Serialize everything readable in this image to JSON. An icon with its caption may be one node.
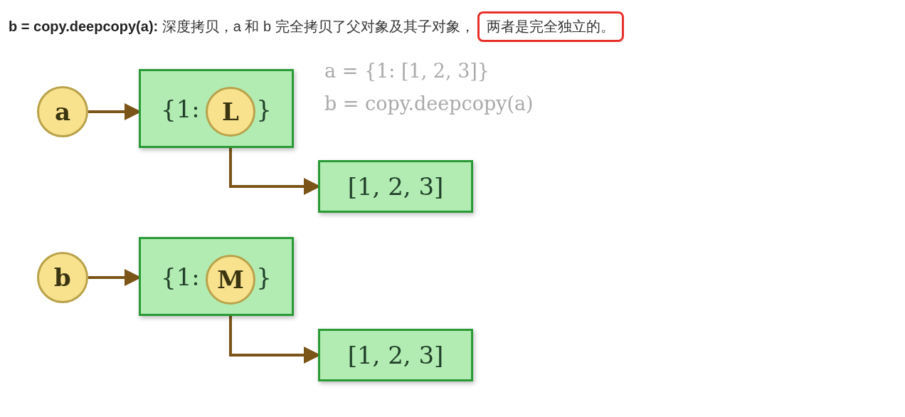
{
  "diagram": {
    "title": "**b = copy.deepcopy(a):** 深度拷贝，a 和 b 完全拷贝了父对象及其子对象，",
    "nodes": [
      {
        "text": [
          "两者是完全独立的。"
        ]
      },
      {
        "text": [
          "a"
        ]
      },
      {
        "text": [
          "{1:",
          "}"
        ]
      },
      {
        "text": [
          "L"
        ],
        "in": 2
      },
      {
        "text": [
          "[1, 2, 3]"
        ]
      },
      {
        "text": [
          "b"
        ]
      },
      {
        "text": [
          "{1:",
          "}"
        ]
      },
      {
        "text": [
          "M"
        ],
        "in": 6
      },
      {
        "text": [
          "[1, 2, 3]"
        ]
      }
    ],
    "edges": [
      {
        "from": 1,
        "to": 2,
        "arrow": "to"
      },
      {
        "from": 3,
        "to": 4,
        "arrow": "to"
      },
      {
        "from": 5,
        "to": 6,
        "arrow": "to"
      },
      {
        "from": 7,
        "to": 8,
        "arrow": "to"
      }
    ],
    "labels": [
      "a = {1: [1, 2, 3]}",
      "b = copy.deepcopy(a)"
    ]
  }
}
